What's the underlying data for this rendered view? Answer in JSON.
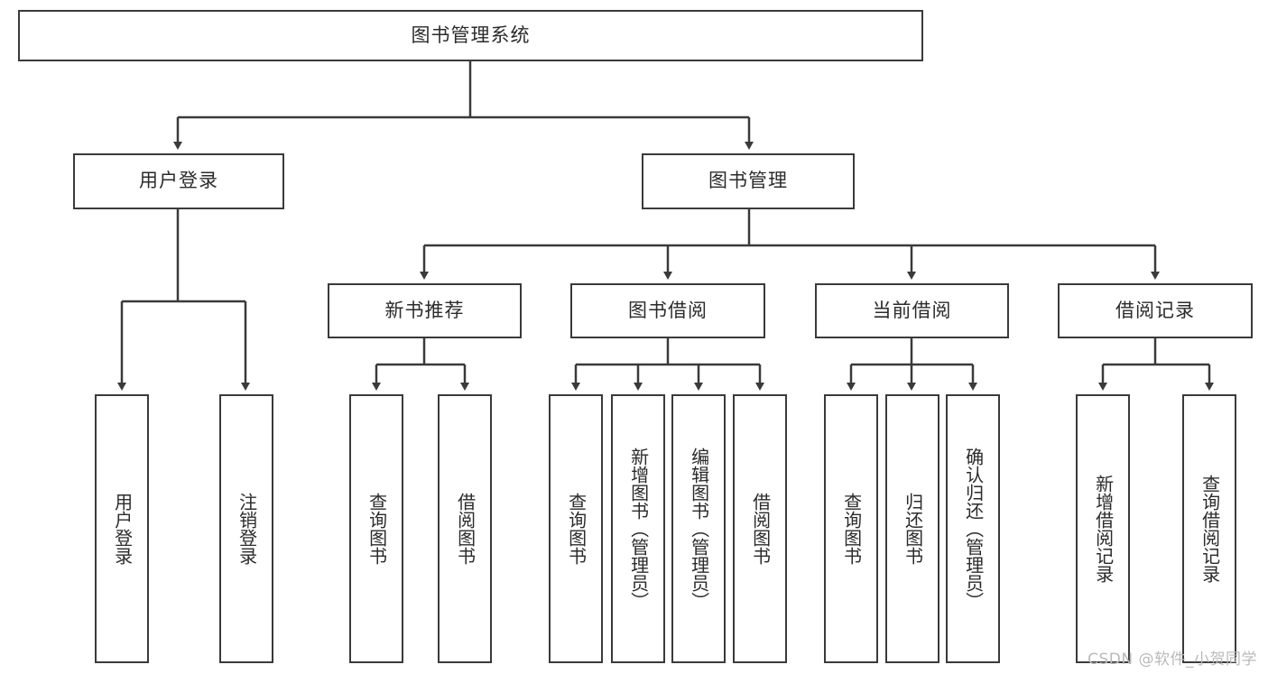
{
  "diagram": {
    "title_node": {
      "label": "图书管理系统"
    },
    "level2": [
      {
        "label": "用户登录"
      },
      {
        "label": "图书管理"
      }
    ],
    "level3": [
      {
        "label": "新书推荐"
      },
      {
        "label": "图书借阅"
      },
      {
        "label": "当前借阅"
      },
      {
        "label": "借阅记录"
      }
    ],
    "leaves": {
      "user_login": [
        {
          "label": "用户登录"
        },
        {
          "label": "注销登录"
        }
      ],
      "new_book": [
        {
          "label": "查询图书"
        },
        {
          "label": "借阅图书"
        }
      ],
      "book_borrow": [
        {
          "label": "查询图书"
        },
        {
          "label": "新增图书（管理员）"
        },
        {
          "label": "编辑图书（管理员）"
        },
        {
          "label": "借阅图书"
        }
      ],
      "current_borrow": [
        {
          "label": "查询图书"
        },
        {
          "label": "归还图书"
        },
        {
          "label": "确认归还（管理员）"
        }
      ],
      "borrow_record": [
        {
          "label": "新增借阅记录"
        },
        {
          "label": "查询借阅记录"
        }
      ]
    }
  },
  "watermark": {
    "text": "CSDN @软件_小贺同学"
  },
  "colors": {
    "border": "#3a3a3a",
    "text": "#2b2b2b",
    "background": "#ffffff",
    "watermark": "#b9b9b9"
  }
}
